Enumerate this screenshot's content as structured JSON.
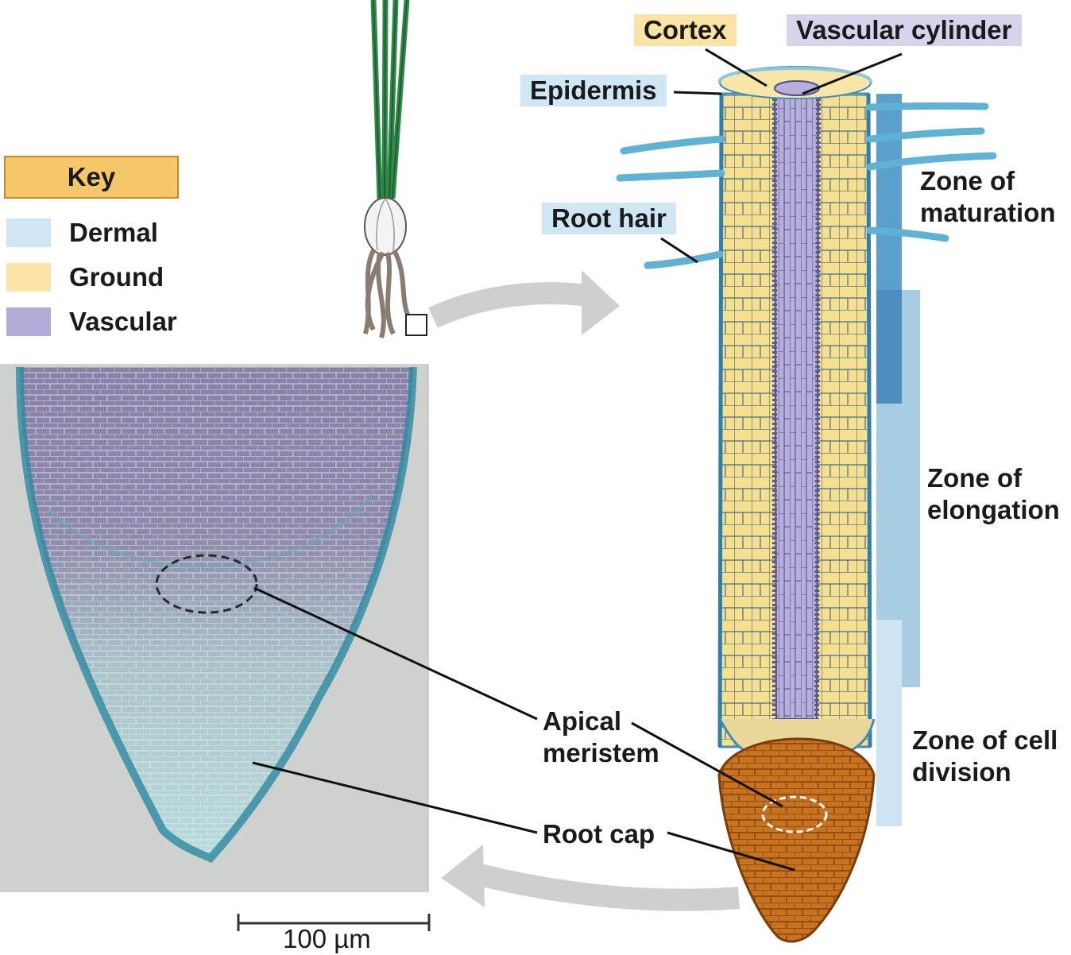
{
  "key": {
    "title": "Key",
    "items": [
      {
        "label": "Dermal",
        "color": "#cfe7f5"
      },
      {
        "label": "Ground",
        "color": "#fbe3a6"
      },
      {
        "label": "Vascular",
        "color": "#b3aad6"
      }
    ]
  },
  "labels": {
    "cortex": "Cortex",
    "vascular_cylinder": "Vascular cylinder",
    "epidermis": "Epidermis",
    "root_hair": "Root hair",
    "zone_maturation": "Zone of\nmaturation",
    "zone_elongation": "Zone of\nelongation",
    "zone_division": "Zone of cell\ndivision",
    "apical_meristem": "Apical\nmeristem",
    "root_cap": "Root cap",
    "scale_bar": "100 µm"
  },
  "colors": {
    "dermal": "#5fb2d4",
    "ground": "#f6df8f",
    "vascular": "#b7aedc",
    "root_cap": "#c8731f",
    "micrograph_bg": "#cfd1cf"
  }
}
